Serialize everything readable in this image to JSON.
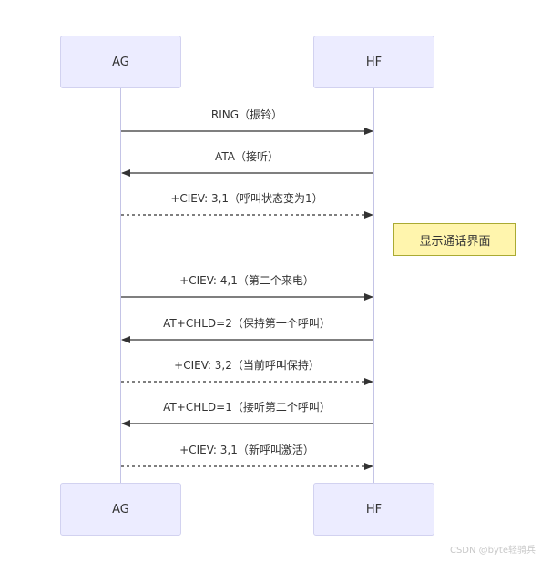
{
  "participants": {
    "top": [
      {
        "id": "ag",
        "label": "AG"
      },
      {
        "id": "hf",
        "label": "HF"
      }
    ],
    "bottom": [
      {
        "id": "ag",
        "label": "AG"
      },
      {
        "id": "hf",
        "label": "HF"
      }
    ]
  },
  "messages": [
    {
      "label": "RING（振铃）",
      "from": "AG",
      "to": "HF",
      "style": "solid"
    },
    {
      "label": "ATA（接听）",
      "from": "HF",
      "to": "AG",
      "style": "solid"
    },
    {
      "label": "+CIEV: 3,1（呼叫状态变为1）",
      "from": "AG",
      "to": "HF",
      "style": "dashed"
    },
    {
      "label": "+CIEV: 4,1（第二个来电）",
      "from": "AG",
      "to": "HF",
      "style": "solid"
    },
    {
      "label": "AT+CHLD=2（保持第一个呼叫）",
      "from": "HF",
      "to": "AG",
      "style": "solid"
    },
    {
      "label": "+CIEV: 3,2（当前呼叫保持）",
      "from": "AG",
      "to": "HF",
      "style": "dashed"
    },
    {
      "label": "AT+CHLD=1（接听第二个呼叫）",
      "from": "HF",
      "to": "AG",
      "style": "solid"
    },
    {
      "label": "+CIEV: 3,1（新呼叫激活）",
      "from": "AG",
      "to": "HF",
      "style": "dashed"
    }
  ],
  "note": {
    "label": "显示通话界面",
    "over": "HF",
    "after_message": 3
  },
  "watermark": "CSDN @byte轻骑兵",
  "colors": {
    "actor_fill": "#ececff",
    "actor_border": "#d2d2f0",
    "note_fill": "#fff5ad",
    "note_border": "#aaaa33",
    "line": "#333333"
  }
}
